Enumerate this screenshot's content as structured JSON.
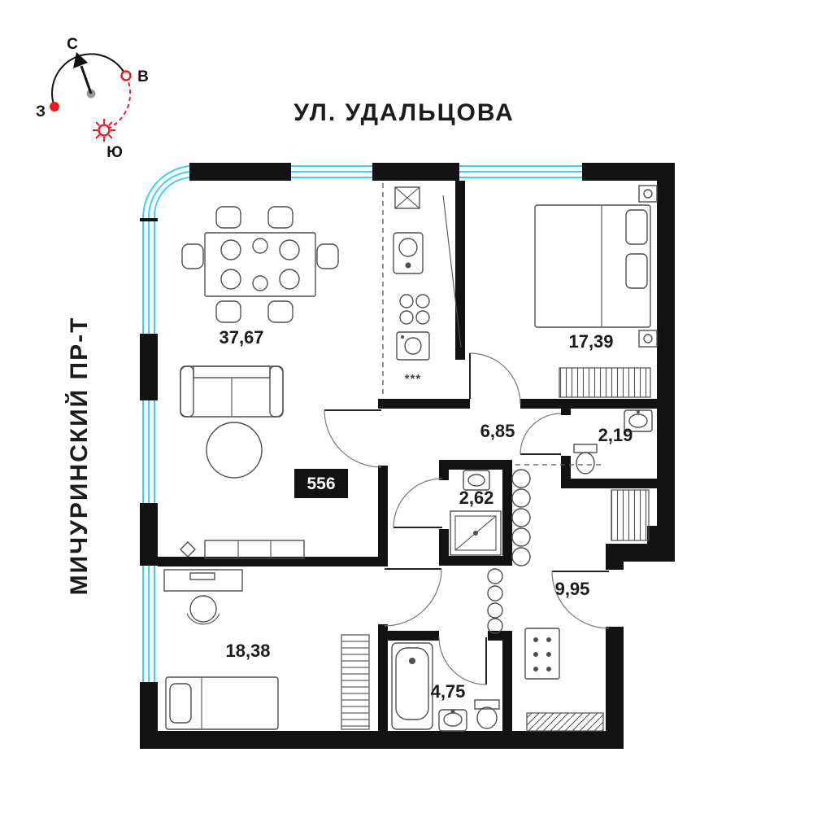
{
  "streets": {
    "top": "УЛ. УДАЛЬЦОВА",
    "left": "МИЧУРИНСКИЙ ПР-Т"
  },
  "compass": {
    "north": "С",
    "east": "В",
    "west": "З",
    "south": "Ю"
  },
  "apartment": {
    "number": "556"
  },
  "rooms": {
    "living": {
      "name": "living-kitchen-room",
      "area": "37,67"
    },
    "bedroom1": {
      "name": "master-bedroom",
      "area": "17,39"
    },
    "hallway": {
      "name": "hallway",
      "area": "6,85"
    },
    "bath_small": {
      "name": "small-bathroom",
      "area": "2,19"
    },
    "bath_guest": {
      "name": "shower-room",
      "area": "2,62"
    },
    "corridor": {
      "name": "corridor",
      "area": "9,95"
    },
    "bedroom2": {
      "name": "second-bedroom",
      "area": "18,38"
    },
    "bathroom": {
      "name": "bathroom",
      "area": "4,75"
    }
  },
  "symbols": {
    "kitchen_marks": "***"
  },
  "colors": {
    "wall": "#121212",
    "window": "#3fd0f5",
    "accent": "#e31e24",
    "text": "#1c1c1c"
  }
}
